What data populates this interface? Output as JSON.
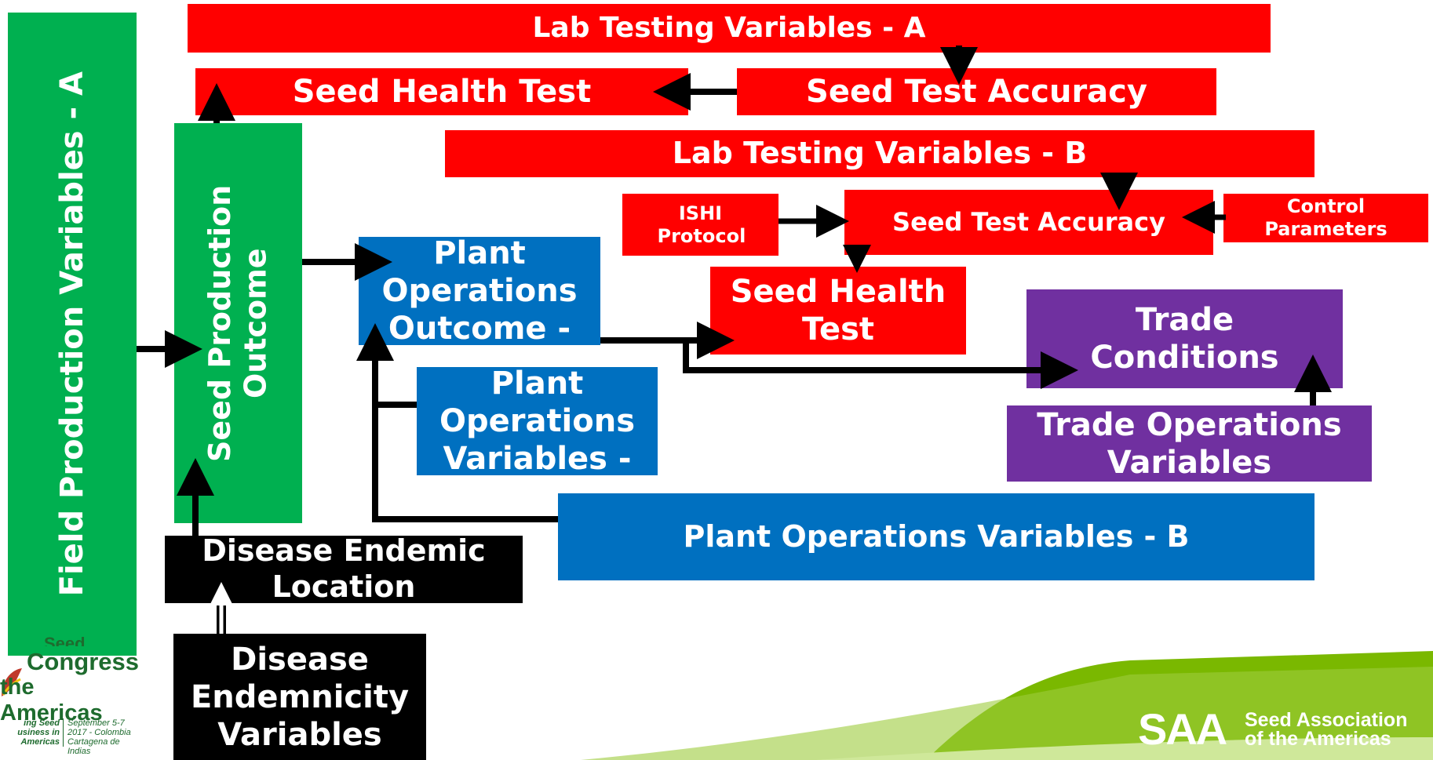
{
  "nodes": {
    "field_production": "Field Production Variables - A",
    "seed_production_outcome": "Seed Production Outcome",
    "lab_testing_a": "Lab Testing Variables - A",
    "seed_health_test_top": "Seed Health Test",
    "seed_test_accuracy_top": "Seed Test Accuracy",
    "lab_testing_b": "Lab Testing Variables - B",
    "ishi_protocol": "ISHI Protocol",
    "seed_test_accuracy_mid": "Seed Test Accuracy",
    "control_parameters": "Control Parameters",
    "seed_health_test_mid": "Seed Health Test",
    "plant_operations_outcome": "Plant Operations Outcome -",
    "plant_operations_variables_a": "Plant Operations Variables -",
    "plant_operations_variables_b": "Plant Operations Variables - B",
    "trade_conditions": "Trade Conditions",
    "trade_operations_variables": "Trade Operations Variables",
    "disease_endemic_location": "Disease Endemic Location",
    "disease_endemnicity_variables": "Disease Endemnicity Variables"
  },
  "logo_left": {
    "line1": "Seed",
    "line2": "Congress",
    "line3": "the Americas",
    "tagline_left": "ing Seed\nusiness in\nAmericas",
    "tagline_right": "September 5-7\n2017 - Colombia\nCartagena de Indias"
  },
  "logo_right": {
    "mark": "SAA",
    "name_line1": "Seed Association",
    "name_line2": "of the Americas"
  },
  "colors": {
    "red": "#ff0000",
    "green": "#00b050",
    "blue": "#0070c0",
    "purple": "#7030a0",
    "black": "#000000",
    "brand_green": "#7ab800"
  }
}
